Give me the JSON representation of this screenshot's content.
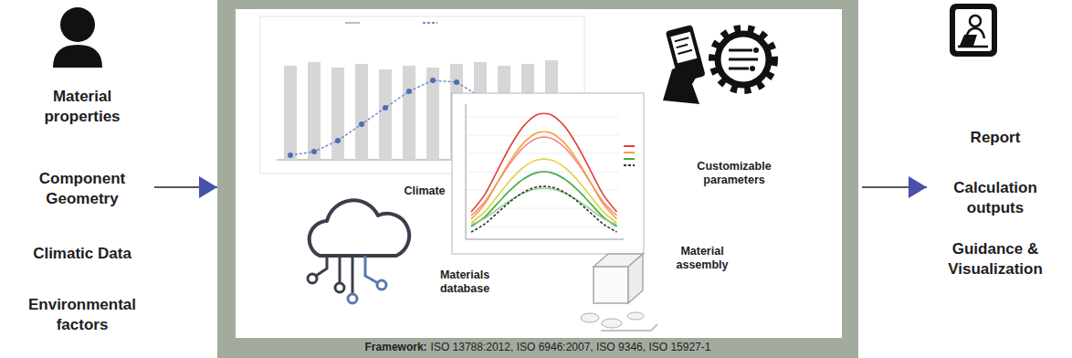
{
  "diagram": {
    "nodes": [
      {
        "text": [
          "Material properties",
          "Component Geometry",
          "Climatic Data",
          "Environmental factors"
        ]
      },
      {
        "text": [
          "Framework:",
          "ISO 13788:2012, ISO 6946:2007, ISO 9346, ISO 15927-1"
        ]
      },
      {
        "text": [
          "Climate",
          "Customizable parameters",
          "Materials database",
          "Material assembly"
        ],
        "in": 1
      },
      {
        "text": [
          "Report",
          "Calculation outputs",
          "Guidance & Visualization"
        ]
      }
    ],
    "edges": [
      {
        "from": 0,
        "to": 1,
        "arrow": "to"
      },
      {
        "from": 1,
        "to": 3,
        "arrow": "to"
      }
    ]
  }
}
